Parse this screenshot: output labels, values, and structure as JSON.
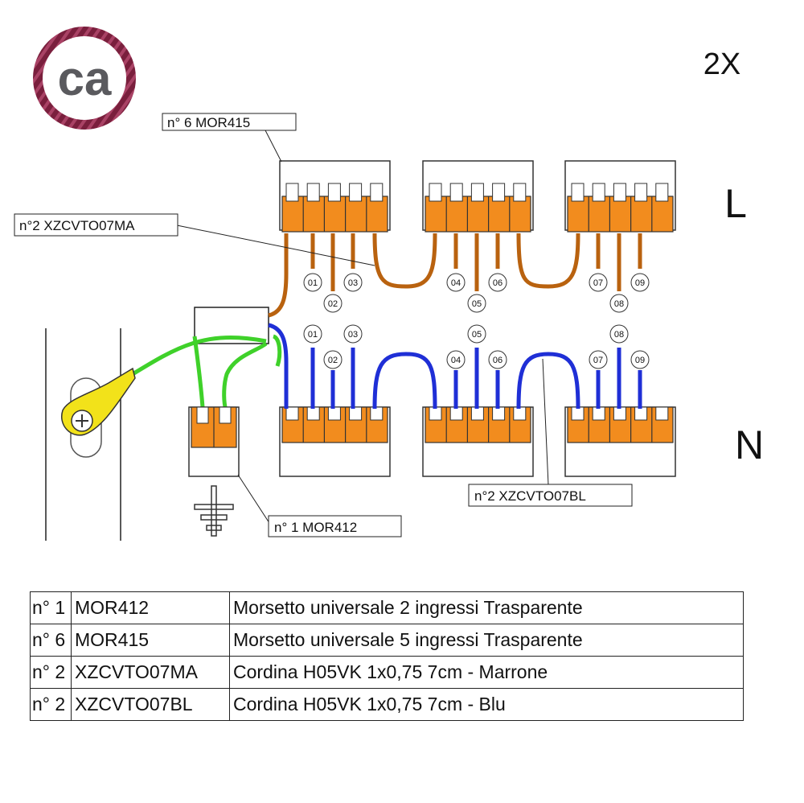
{
  "logo": {
    "text": "ca",
    "brand_color": "#7a1f3d",
    "text_color": "#5a5a5e"
  },
  "multiplier": "2X",
  "lines": {
    "line": "L",
    "neutral": "N"
  },
  "callouts": {
    "mor415": "n° 6 MOR415",
    "brown_cable": "n°2 XZCVTO07MA",
    "blue_cable": "n°2 XZCVTO07BL",
    "mor412": "n° 1 MOR412"
  },
  "wire_numbers": [
    "01",
    "02",
    "03",
    "04",
    "05",
    "06",
    "07",
    "08",
    "09"
  ],
  "colors": {
    "terminal": "#f28c1e",
    "brown_wire": "#b9620f",
    "blue_wire": "#1f2fd6",
    "earth_wire": "#3fd12a",
    "earth_lug": "#f2e21a"
  },
  "parts_table": [
    {
      "qty": "n° 1",
      "code": "MOR412",
      "description": "Morsetto universale 2 ingressi Trasparente"
    },
    {
      "qty": "n° 6",
      "code": "MOR415",
      "description": "Morsetto universale 5 ingressi  Trasparente"
    },
    {
      "qty": "n° 2",
      "code": "XZCVTO07MA",
      "description": "Cordina H05VK 1x0,75 7cm - Marrone"
    },
    {
      "qty": "n° 2",
      "code": "XZCVTO07BL",
      "description": "Cordina H05VK 1x0,75 7cm - Blu"
    }
  ]
}
